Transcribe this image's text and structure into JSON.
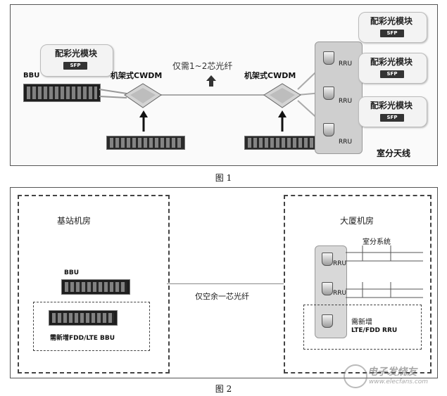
{
  "figure1": {
    "caption": "图 1",
    "bbu_label": "BBU",
    "module_label": "配彩光模块",
    "sfp_label": "SFP",
    "cwdm_left": "机架式CWDM",
    "cwdm_right": "机架式CWDM",
    "fiber_text": "仅需1~2芯光纤",
    "rru_labels": [
      "RRU",
      "RRU",
      "RRU"
    ],
    "antenna_label": "室分天线"
  },
  "figure2": {
    "caption": "图 2",
    "left_room": "基站机房",
    "bbu_label": "BBU",
    "new_bbu_label": "需新增FDD/LTE BBU",
    "link_text": "仅空余一芯光纤",
    "right_room": "大厦机房",
    "indoor_system": "室分系统",
    "rru_labels": [
      "RRU",
      "RRU"
    ],
    "new_rru_line1": "需新增",
    "new_rru_line2": "LTE/FDD  RRU"
  },
  "watermark": {
    "line1": "电子发烧友",
    "line2": "www.elecfans.com"
  }
}
